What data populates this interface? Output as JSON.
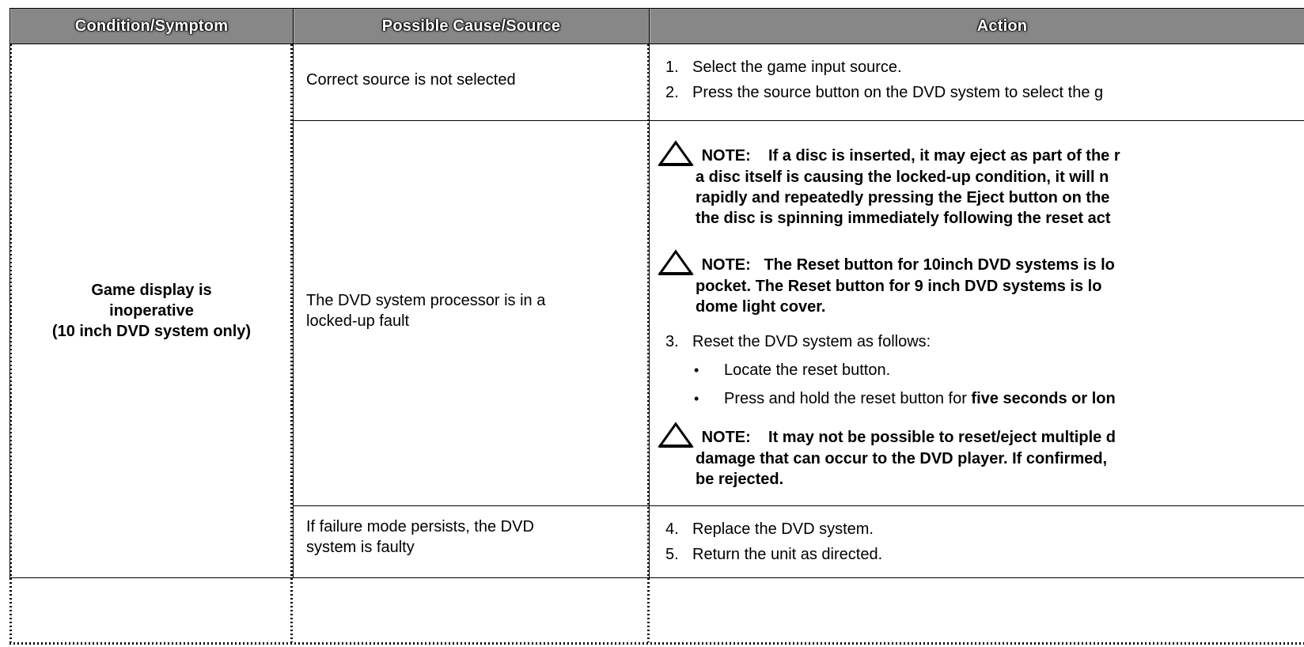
{
  "table": {
    "headers": [
      {
        "id": "condition",
        "label": "Condition/Symptom"
      },
      {
        "id": "cause",
        "label": "Possible Cause/Source"
      },
      {
        "id": "action",
        "label": "Action"
      }
    ],
    "symptom": {
      "line1": "Game display is",
      "line2": "inoperative",
      "line3": "(10 inch DVD system only)"
    },
    "rows": [
      {
        "id": "row-source-not-selected",
        "cause": "Correct source is not selected",
        "steps": [
          {
            "marker": "1.",
            "text": "Select the game input source."
          },
          {
            "marker": "2.",
            "text": "Press the source button on the DVD system to select the g"
          }
        ]
      },
      {
        "id": "row-locked-up-fault",
        "cause_line1": "The DVD system processor is in a",
        "cause_line2": "locked-up fault",
        "note1": {
          "label": "NOTE:",
          "line1": "If a disc is inserted, it may eject as part of the r",
          "line2": "a disc itself is causing the locked-up condition, it will n",
          "line3": "rapidly and repeatedly pressing the Eject button on the",
          "line4": "the disc is spinning immediately following the reset act"
        },
        "note2": {
          "label": "NOTE:",
          "line1": "The Reset button for 10inch DVD systems is lo",
          "line2": "pocket.  The Reset button for 9 inch DVD systems is lo",
          "line3": "dome light cover."
        },
        "step3": {
          "marker": "3.",
          "text": "Reset the DVD system as follows:"
        },
        "bullets": [
          {
            "marker": "•",
            "text": "Locate the reset button.",
            "bold_tail": ""
          },
          {
            "marker": "•",
            "text": "Press and hold the reset button for ",
            "bold_tail": "five seconds or lon"
          }
        ],
        "note3": {
          "label": "NOTE:",
          "line1": "It may not be possible to reset/eject multiple d",
          "line2": "damage that can occur to the DVD player. If confirmed,",
          "line3": "be rejected."
        }
      },
      {
        "id": "row-dvd-faulty",
        "cause_line1": "If failure mode persists, the DVD",
        "cause_line2": "system is faulty",
        "steps": [
          {
            "marker": "4.",
            "text": "Replace the DVD system."
          },
          {
            "marker": "5.",
            "text": "Return the unit as directed."
          }
        ]
      }
    ]
  },
  "icons": {
    "warning_triangle": "warning-triangle-icon"
  },
  "colors": {
    "header_background": "#1a1a1a",
    "header_text": "#ffffff",
    "body_text": "#000000",
    "border": "#000000",
    "page_background": "#ffffff"
  }
}
